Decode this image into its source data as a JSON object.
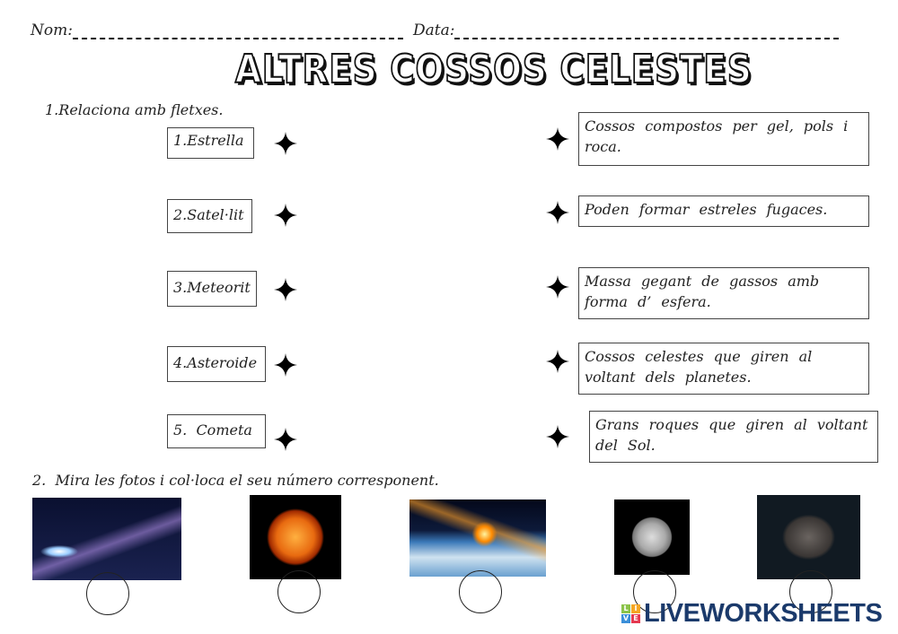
{
  "header": {
    "name_label": "Nom:",
    "date_label": "Data:"
  },
  "title": "ALTRES COSSOS CELESTES",
  "exercise1": {
    "instruction": "1.Relaciona amb fletxes.",
    "left": [
      "1.Estrella",
      "2.Satel·lit",
      "3.Meteorit",
      "4.Asteroide",
      "5.  Cometa"
    ],
    "right": [
      "Cossos compostos per gel, pols i roca.",
      "Poden formar estreles fugaces.",
      "Massa gegant de gassos amb forma d’ esfera.",
      "Cossos celestes que giren al voltant dels planetes.",
      "Grans roques que giren al voltant del Sol."
    ]
  },
  "exercise2": {
    "instruction": "2.  Mira les fotos i col·loca el seu número corresponent.",
    "photos": [
      "comet-photo",
      "sun-photo",
      "meteorite-photo",
      "moon-photo",
      "asteroid-photo"
    ]
  },
  "logo": {
    "text": "LIVEWORKSHEETS",
    "tiles": [
      "L",
      "I",
      "V",
      "E"
    ],
    "color": "#1b3a6b"
  }
}
